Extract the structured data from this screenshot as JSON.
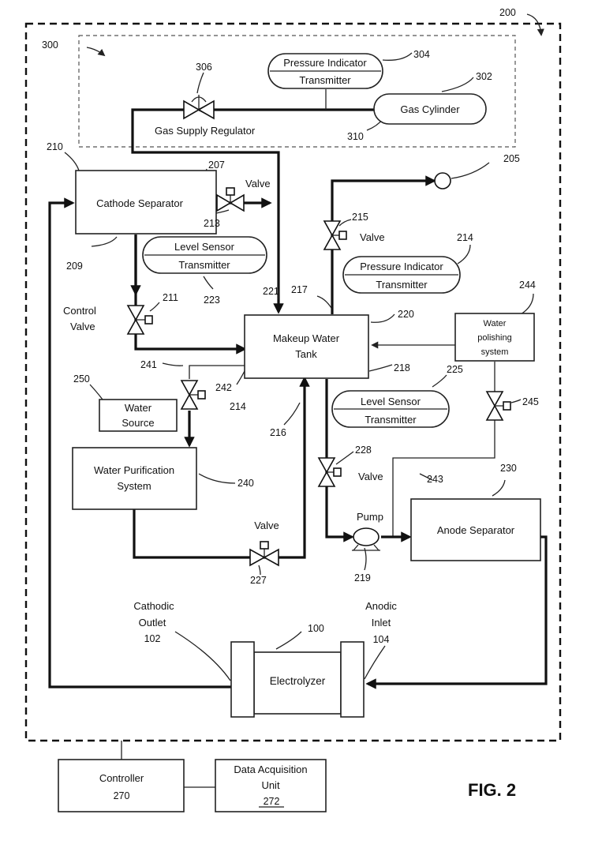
{
  "labels": {
    "sys_200": "200",
    "sys_300": "300",
    "pit_304_line1": "Pressure Indicator",
    "pit_304_line2": "Transmitter",
    "ref_304": "304",
    "gas_cylinder": "Gas Cylinder",
    "ref_302": "302",
    "ref_310": "310",
    "ref_306": "306",
    "gas_supply_regulator": "Gas Supply Regulator",
    "ref_210": "210",
    "cathode_separator": "Cathode Separator",
    "ref_207": "207",
    "valve_213_label": "Valve",
    "ref_213": "213",
    "ref_209": "209",
    "lst_223_line1": "Level Sensor",
    "lst_223_line2": "Transmitter",
    "ref_223": "223",
    "ref_211": "211",
    "control_valve_line1": "Control",
    "control_valve_line2": "Valve",
    "ref_205": "205",
    "ref_215": "215",
    "valve_215_label": "Valve",
    "pit_214_line1": "Pressure Indicator",
    "pit_214_line2": "Transmitter",
    "ref_214_top": "214",
    "ref_221": "221",
    "ref_217": "217",
    "ref_220": "220",
    "makeup_tank_line1": "Makeup Water",
    "makeup_tank_line2": "Tank",
    "ref_244": "244",
    "polish_line1": "Water",
    "polish_line2": "polishing",
    "polish_line3": "system",
    "ref_241": "241",
    "ref_242": "242",
    "ref_214_low": "214",
    "ref_216": "216",
    "ref_218": "218",
    "ref_225": "225",
    "lst_225_line1": "Level Sensor",
    "lst_225_line2": "Transmitter",
    "ref_245": "245",
    "ref_250": "250",
    "water_source_line1": "Water",
    "water_source_line2": "Source",
    "purif_line1": "Water Purification",
    "purif_line2": "System",
    "ref_240": "240",
    "ref_228": "228",
    "valve_228_label": "Valve",
    "ref_243": "243",
    "ref_230": "230",
    "pump_label": "Pump",
    "anode_separator": "Anode Separator",
    "ref_219": "219",
    "valve_227_label": "Valve",
    "ref_227": "227",
    "cathodic_outlet_line1": "Cathodic",
    "cathodic_outlet_line2": "Outlet",
    "ref_102": "102",
    "ref_100": "100",
    "anodic_inlet_line1": "Anodic",
    "anodic_inlet_line2": "Inlet",
    "ref_104": "104",
    "electrolyzer": "Electrolyzer",
    "controller": "Controller",
    "ref_270": "270",
    "daq_line1": "Data Acquisition",
    "daq_line2": "Unit",
    "ref_272": "272",
    "figure": "FIG. 2"
  }
}
